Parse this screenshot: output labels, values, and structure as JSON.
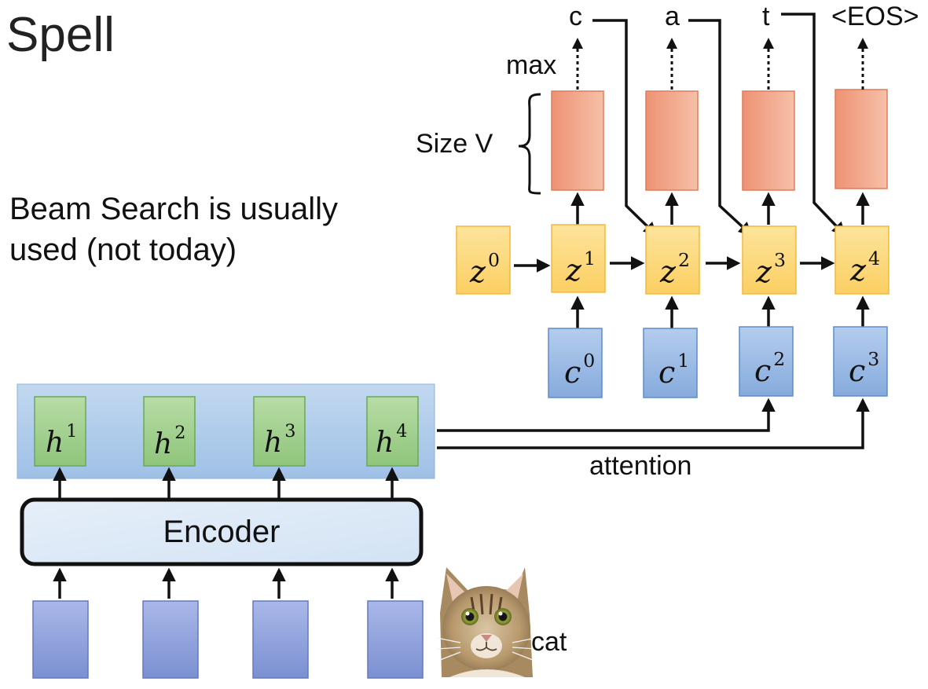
{
  "title": "Spell",
  "note": {
    "line1": "Beam Search is usually",
    "line2": "used (not today)"
  },
  "labels": {
    "max": "max",
    "size_v": "Size V",
    "attention": "attention",
    "encoder": "Encoder",
    "cat": "cat"
  },
  "outputs": [
    "c",
    "a",
    "t",
    "<EOS>"
  ],
  "decoder_states": [
    {
      "base": "z",
      "sup": "0"
    },
    {
      "base": "z",
      "sup": "1"
    },
    {
      "base": "z",
      "sup": "2"
    },
    {
      "base": "z",
      "sup": "3"
    },
    {
      "base": "z",
      "sup": "4"
    }
  ],
  "contexts": [
    {
      "base": "c",
      "sup": "0"
    },
    {
      "base": "c",
      "sup": "1"
    },
    {
      "base": "c",
      "sup": "2"
    },
    {
      "base": "c",
      "sup": "3"
    }
  ],
  "hidden": [
    {
      "base": "h",
      "sup": "1"
    },
    {
      "base": "h",
      "sup": "2"
    },
    {
      "base": "h",
      "sup": "3"
    },
    {
      "base": "h",
      "sup": "4"
    }
  ],
  "colors": {
    "z_box": "#fcd779",
    "z_border": "#f3b83d",
    "c_box": "#8fb3e0",
    "c_border": "#5e8cc8",
    "h_box": "#9fd08c",
    "h_border": "#6aa85a",
    "dist_box": "#f09b7e",
    "dist_border": "#e07b5c",
    "input_box": "#8c9fda",
    "input_border": "#6578be",
    "encoder_fill": "#dde9f6",
    "hidden_panel": "#a6c4e6"
  }
}
